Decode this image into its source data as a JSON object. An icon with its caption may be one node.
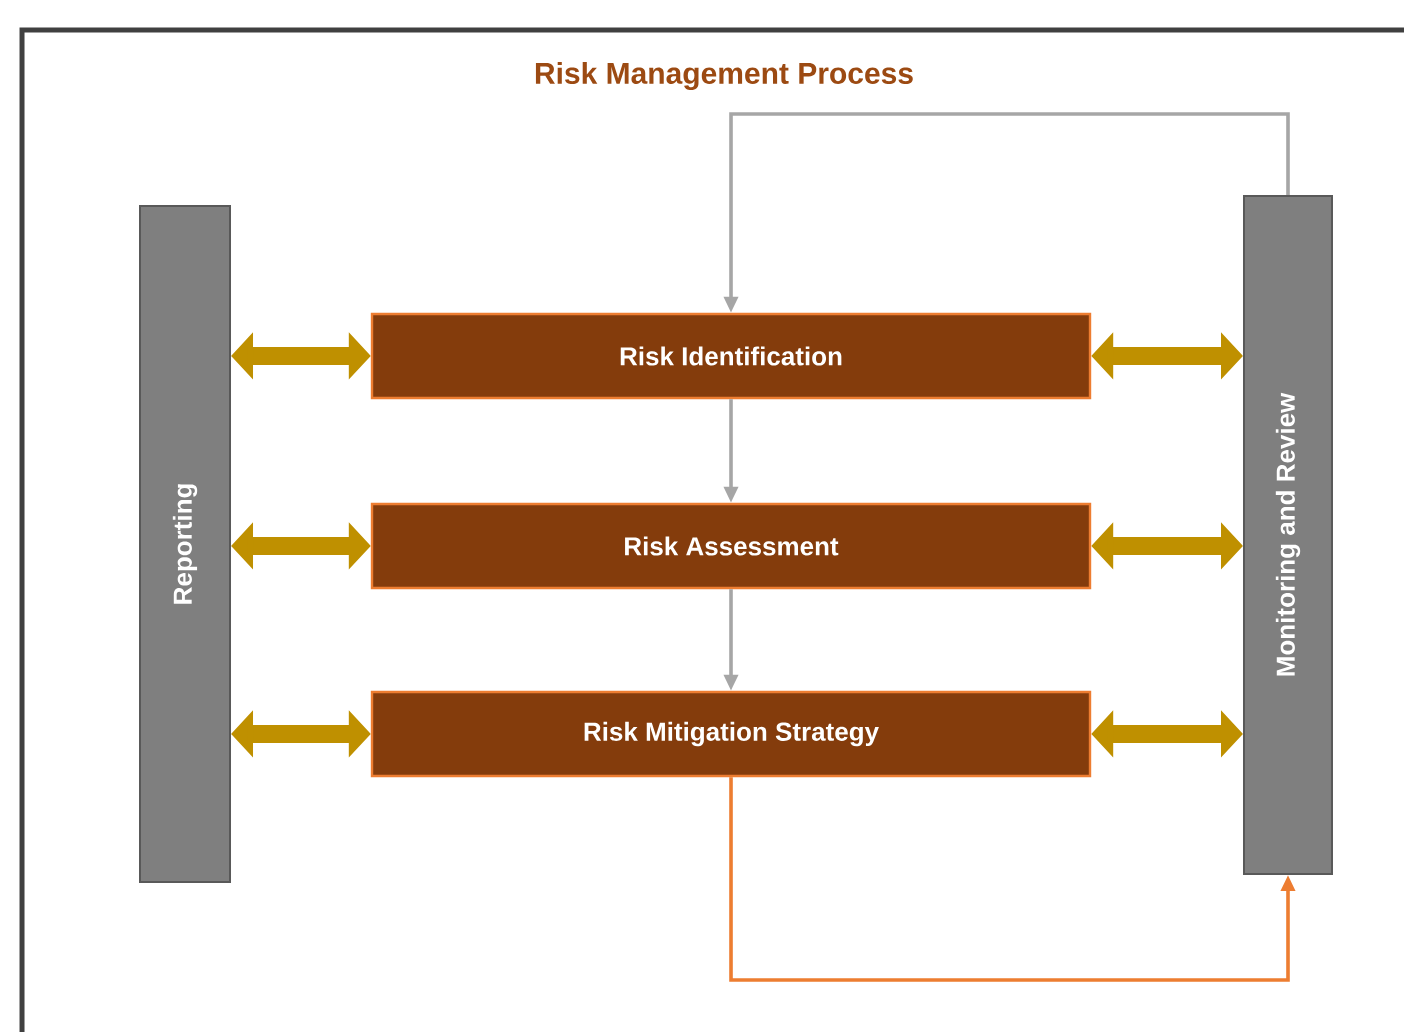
{
  "diagram": {
    "title": "Risk Management Process",
    "nodes": [
      {
        "text": [
          "Reporting"
        ]
      },
      {
        "text": [
          "Risk Identification"
        ]
      },
      {
        "text": [
          "Risk Assessment"
        ]
      },
      {
        "text": [
          "Risk Mitigation Strategy"
        ]
      },
      {
        "text": [
          "Monitoring and Review"
        ]
      }
    ],
    "edges": [
      {
        "from": 0,
        "to": 1,
        "arrow": "both"
      },
      {
        "from": 0,
        "to": 2,
        "arrow": "both"
      },
      {
        "from": 0,
        "to": 3,
        "arrow": "both"
      },
      {
        "from": 1,
        "to": 4,
        "arrow": "both"
      },
      {
        "from": 2,
        "to": 4,
        "arrow": "both"
      },
      {
        "from": 3,
        "to": 4,
        "arrow": "both"
      },
      {
        "from": 4,
        "to": 1,
        "arrow": "to",
        "color": "#a6a6a6"
      },
      {
        "from": 1,
        "to": 2,
        "arrow": "to",
        "color": "#a6a6a6"
      },
      {
        "from": 2,
        "to": 3,
        "arrow": "to",
        "color": "#a6a6a6"
      },
      {
        "from": 3,
        "to": 4,
        "arrow": "to",
        "color": "#ed7d31"
      }
    ]
  }
}
